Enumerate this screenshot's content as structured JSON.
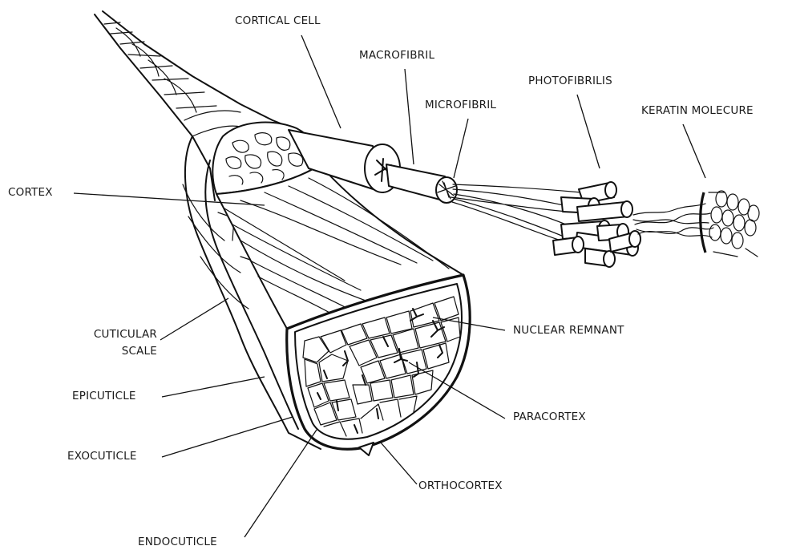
{
  "diagram": {
    "labels": {
      "cortical_cell": "CORTICAL CELL",
      "macrofibril": "MACROFIBRIL",
      "photofibrilis": "PHOTOFIBRILIS",
      "microfibril": "MICROFIBRIL",
      "keratin_molecure": "KERATIN MOLECURE",
      "cortex": "CORTEX",
      "cuticular_scale_line1": "CUTICULAR",
      "cuticular_scale_line2": "SCALE",
      "nuclear_remnant": "NUCLEAR REMNANT",
      "epicuticle": "EPICUTICLE",
      "paracortex": "PARACORTEX",
      "exocuticle": "EXOCUTICLE",
      "orthocortex": "ORTHOCORTEX",
      "endocuticle": "ENDOCUTICLE"
    }
  }
}
